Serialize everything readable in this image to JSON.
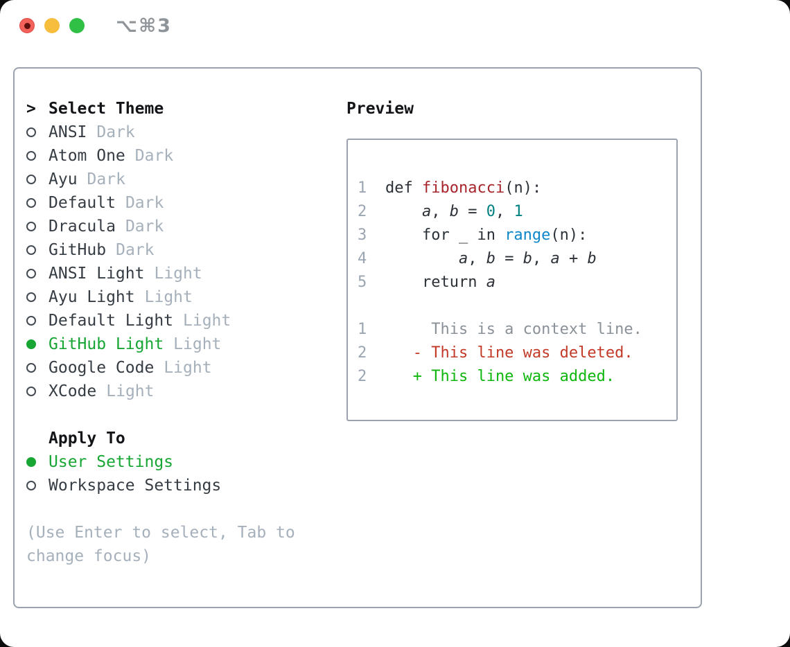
{
  "window": {
    "title": "⌥⌘3"
  },
  "selector": {
    "prompt": ">",
    "title": "Select Theme",
    "themes": [
      {
        "name": "ANSI",
        "tag": "Dark",
        "selected": false
      },
      {
        "name": "Atom One",
        "tag": "Dark",
        "selected": false
      },
      {
        "name": "Ayu",
        "tag": "Dark",
        "selected": false
      },
      {
        "name": "Default",
        "tag": "Dark",
        "selected": false
      },
      {
        "name": "Dracula",
        "tag": "Dark",
        "selected": false
      },
      {
        "name": "GitHub",
        "tag": "Dark",
        "selected": false
      },
      {
        "name": "ANSI Light",
        "tag": "Light",
        "selected": false
      },
      {
        "name": "Ayu Light",
        "tag": "Light",
        "selected": false
      },
      {
        "name": "Default Light",
        "tag": "Light",
        "selected": false
      },
      {
        "name": "GitHub Light",
        "tag": "Light",
        "selected": true
      },
      {
        "name": "Google Code",
        "tag": "Light",
        "selected": false
      },
      {
        "name": "XCode",
        "tag": "Light",
        "selected": false
      }
    ],
    "apply_title": "Apply To",
    "apply_options": [
      {
        "label": "User Settings",
        "selected": true
      },
      {
        "label": "Workspace Settings",
        "selected": false
      }
    ],
    "hint": "(Use Enter to select, Tab to change focus)"
  },
  "preview": {
    "title": "Preview",
    "code_lines": [
      {
        "ln": "1",
        "segments": [
          {
            "text": "def ",
            "style": "plain"
          },
          {
            "text": "fibonacci",
            "style": "fn"
          },
          {
            "text": "(n):",
            "style": "plain"
          }
        ]
      },
      {
        "ln": "2",
        "segments": [
          {
            "text": "    ",
            "style": "plain"
          },
          {
            "text": "a",
            "style": "var"
          },
          {
            "text": ", ",
            "style": "plain"
          },
          {
            "text": "b",
            "style": "var"
          },
          {
            "text": " = ",
            "style": "plain"
          },
          {
            "text": "0",
            "style": "num"
          },
          {
            "text": ", ",
            "style": "plain"
          },
          {
            "text": "1",
            "style": "num"
          }
        ]
      },
      {
        "ln": "3",
        "segments": [
          {
            "text": "    for _ in ",
            "style": "plain"
          },
          {
            "text": "range",
            "style": "builtin"
          },
          {
            "text": "(n):",
            "style": "plain"
          }
        ]
      },
      {
        "ln": "4",
        "segments": [
          {
            "text": "        ",
            "style": "plain"
          },
          {
            "text": "a",
            "style": "var"
          },
          {
            "text": ", ",
            "style": "plain"
          },
          {
            "text": "b",
            "style": "var"
          },
          {
            "text": " = ",
            "style": "plain"
          },
          {
            "text": "b",
            "style": "var"
          },
          {
            "text": ", ",
            "style": "plain"
          },
          {
            "text": "a",
            "style": "var"
          },
          {
            "text": " + ",
            "style": "plain"
          },
          {
            "text": "b",
            "style": "var"
          }
        ]
      },
      {
        "ln": "5",
        "segments": [
          {
            "text": "    return ",
            "style": "plain"
          },
          {
            "text": "a",
            "style": "var"
          }
        ]
      },
      {
        "ln": "",
        "segments": []
      },
      {
        "ln": "1",
        "segments": [
          {
            "text": "     This is a context line.",
            "style": "ctx"
          }
        ]
      },
      {
        "ln": "2",
        "segments": [
          {
            "text": "   - This line was deleted.",
            "style": "del"
          }
        ]
      },
      {
        "ln": "2",
        "segments": [
          {
            "text": "   + This line was added.",
            "style": "add"
          }
        ]
      }
    ]
  },
  "colors": {
    "selected_green": "#17a633",
    "panel_border": "#9aa3ad",
    "function_red": "#a8252c",
    "number_teal": "#008080",
    "builtin_blue": "#0e87c8",
    "diff_deleted_red": "#c23a27",
    "diff_added_green": "#0eb60e",
    "context_gray": "#8b9198",
    "traffic_red": "#f2615a",
    "traffic_yellow": "#f7be3e",
    "traffic_green": "#30c045"
  }
}
